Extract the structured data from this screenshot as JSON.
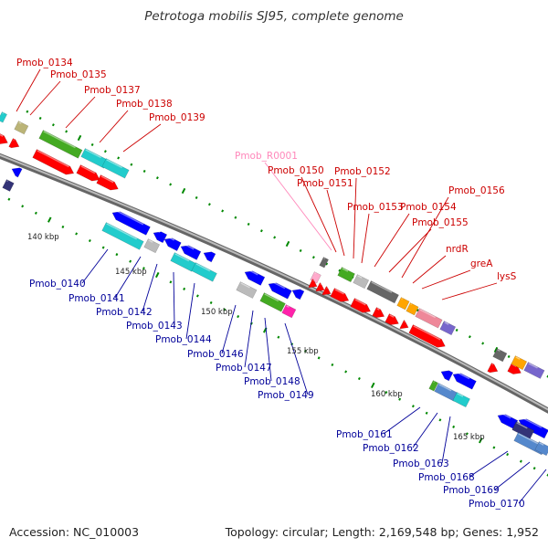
{
  "title": "Petrotoga mobilis SJ95, complete genome",
  "footer": {
    "accession": "Accession: NC_010003",
    "info": "Topology: circular; Length: 2,169,548 bp; Genes: 1,952"
  },
  "colors": {
    "top_label": "#cc0000",
    "bottom_label": "#000099",
    "rna_label": "#ff88bb",
    "backbone": "#888888",
    "tick": "#008800"
  },
  "kbp_ticks": [
    "140 kbp",
    "145 kbp",
    "150 kbp",
    "155 kbp",
    "160 kbp",
    "165 kbp"
  ],
  "top_labels": [
    "Pmob_0134",
    "Pmob_0135",
    "Pmob_0137",
    "Pmob_0138",
    "Pmob_0139",
    "Pmob_R0001",
    "Pmob_0150",
    "Pmob_0151",
    "Pmob_0152",
    "Pmob_0153",
    "Pmob_0154",
    "Pmob_0155",
    "Pmob_0156",
    "nrdR",
    "greA",
    "lysS"
  ],
  "bottom_labels": [
    "Pmob_0140",
    "Pmob_0141",
    "Pmob_0142",
    "Pmob_0143",
    "Pmob_0144",
    "Pmob_0146",
    "Pmob_0147",
    "Pmob_0148",
    "Pmob_0149",
    "Pmob_0161",
    "Pmob_0162",
    "Pmob_0163",
    "Pmob_0168",
    "Pmob_0169",
    "Pmob_0170"
  ]
}
